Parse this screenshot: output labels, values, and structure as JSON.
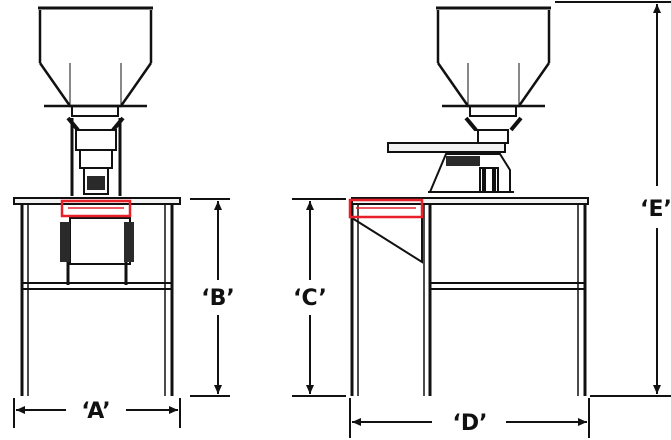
{
  "colors": {
    "line": "#111111",
    "fill_light": "#f2f2f2",
    "fill_dark": "#2a2a2a",
    "highlight": "#e8202a",
    "background": "#ffffff"
  },
  "dimensions": {
    "a": "‘A’",
    "b": "‘B’",
    "c": "‘C’",
    "d": "‘D’",
    "e": "‘E’"
  }
}
